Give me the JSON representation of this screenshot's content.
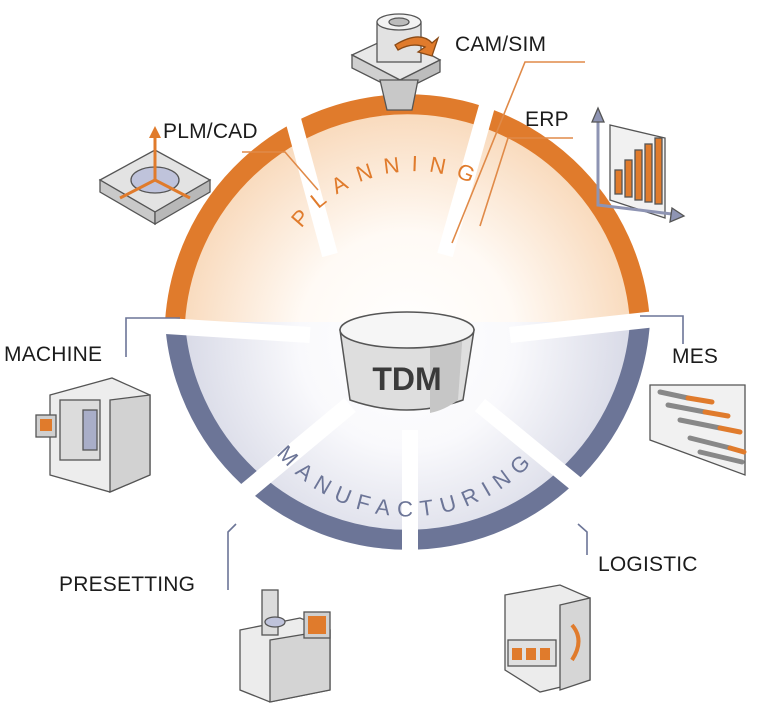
{
  "center": {
    "label": "TDM"
  },
  "rings": {
    "planning": {
      "label": "PLANNING",
      "color": "#e07b2c"
    },
    "manufacturing": {
      "label": "MANUFACTURING",
      "color": "#6c7597"
    }
  },
  "modules": {
    "cam_sim": "CAM/SIM",
    "plm_cad": "PLM/CAD",
    "erp": "ERP",
    "machine": "MACHINE",
    "mes": "MES",
    "presetting": "PRESETTING",
    "logistic": "LOGISTIC"
  },
  "colors": {
    "orange": "#e07b2c",
    "blue": "#6c7597",
    "connector_orange": "#e08a48",
    "connector_blue": "#6c7597",
    "icon_gray": "#d9d9d9"
  }
}
